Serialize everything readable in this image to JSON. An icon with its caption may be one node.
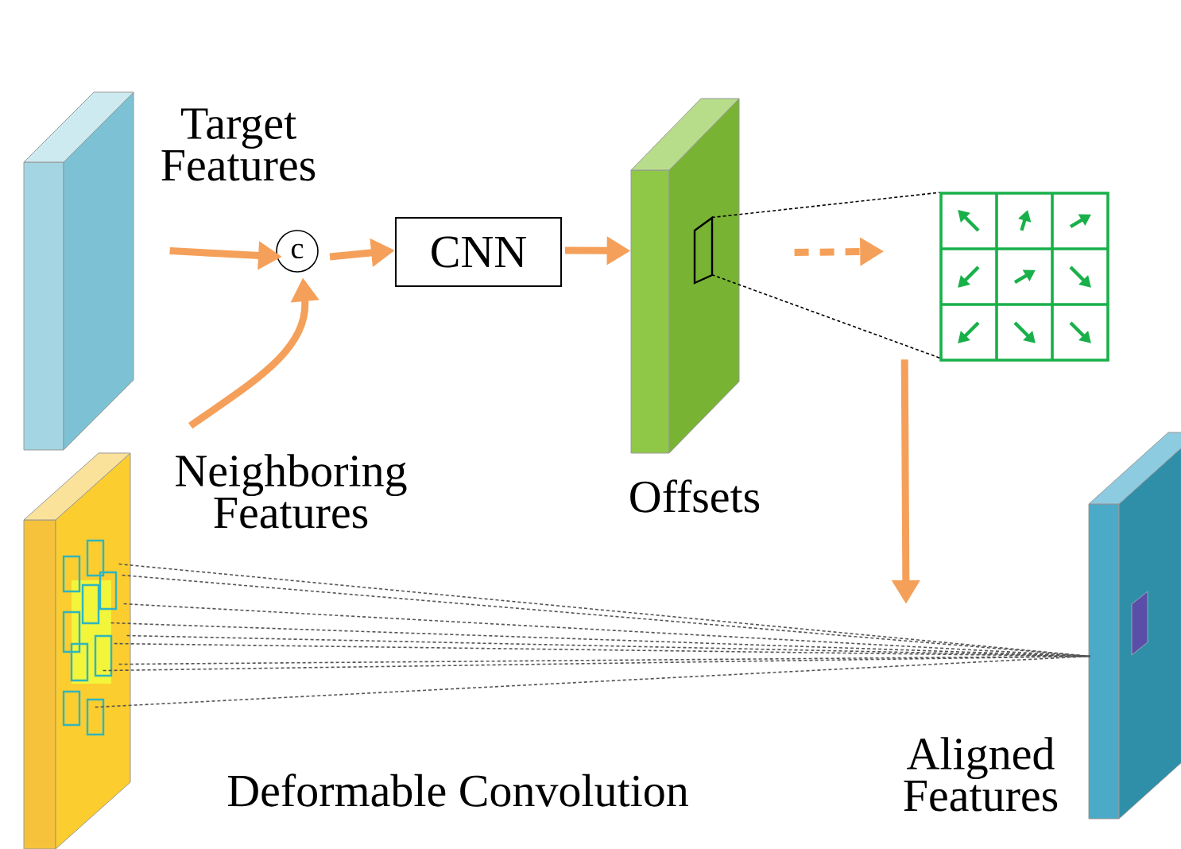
{
  "diagram": {
    "nodes": [
      {
        "text": [],
        "shape": "box",
        "beside": [
          "Target Features"
        ]
      },
      {
        "text": [],
        "shape": "box",
        "beside": [
          "Neighboring Features"
        ]
      },
      {
        "text": [
          "c"
        ]
      },
      {
        "text": [
          "CNN"
        ]
      },
      {
        "text": [],
        "shape": "box",
        "beside": [
          "Offsets"
        ]
      },
      {
        "text": [],
        "shape": "picture"
      },
      {
        "text": [],
        "shape": "box",
        "beside": [
          "Aligned Features"
        ]
      }
    ],
    "edges": [
      {
        "from": 0,
        "to": 2,
        "arrow": "to",
        "style": "thick",
        "color": "#f5a05a"
      },
      {
        "from": 1,
        "to": 2,
        "arrow": "to",
        "style": "thick",
        "color": "#f5a05a"
      },
      {
        "from": 2,
        "to": 3,
        "arrow": "to",
        "style": "thick",
        "color": "#f5a05a"
      },
      {
        "from": 3,
        "to": 4,
        "arrow": "to",
        "style": "thick",
        "color": "#f5a05a"
      },
      {
        "from": 4,
        "to": 5,
        "arrow": "to",
        "style": "dashed",
        "color": "#f5a05a"
      },
      {
        "from": 4,
        "to": 5,
        "arrow": "none",
        "style": "dashed",
        "color": "#000000"
      },
      {
        "from": 4,
        "to": 5,
        "arrow": "none",
        "style": "dashed",
        "color": "#000000"
      },
      {
        "from": 5,
        "to": null,
        "arrow": "to",
        "style": "thick",
        "color": "#f5a05a"
      },
      {
        "from": 1,
        "to": 6,
        "arrow": "none",
        "style": "dashed"
      },
      {
        "from": 1,
        "to": 6,
        "arrow": "none",
        "style": "dashed"
      },
      {
        "from": 1,
        "to": 6,
        "arrow": "none",
        "style": "dashed"
      },
      {
        "from": 1,
        "to": 6,
        "arrow": "none",
        "style": "dashed"
      },
      {
        "from": 1,
        "to": 6,
        "arrow": "none",
        "style": "dashed"
      },
      {
        "from": 1,
        "to": 6,
        "arrow": "none",
        "style": "dashed"
      },
      {
        "from": 1,
        "to": 6,
        "arrow": "none",
        "style": "dashed"
      },
      {
        "from": 1,
        "to": 6,
        "arrow": "none",
        "style": "dashed"
      },
      {
        "from": 1,
        "to": 6,
        "arrow": "none",
        "style": "dashed"
      }
    ],
    "labels": [
      "Deformable Convolution"
    ]
  }
}
